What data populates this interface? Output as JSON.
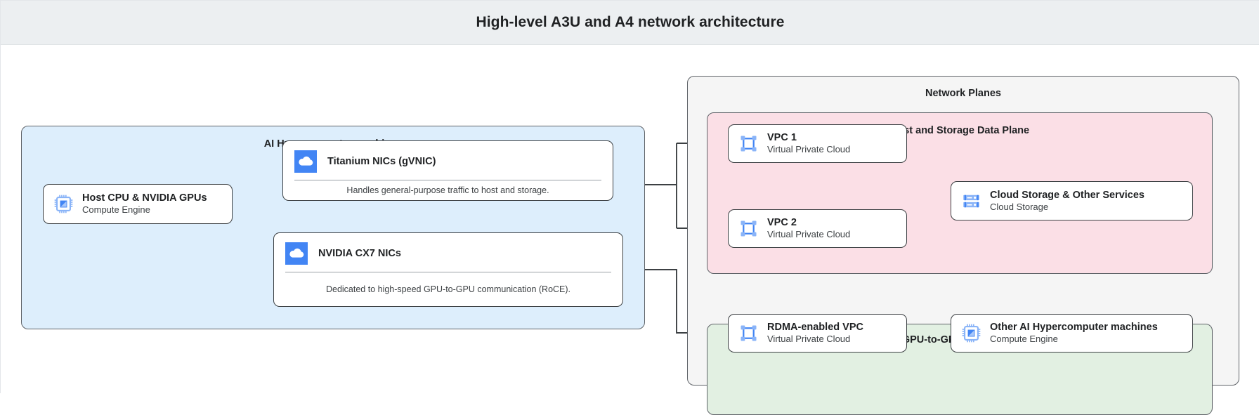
{
  "header": {
    "title": "High-level A3U and A4 network architecture"
  },
  "colors": {
    "header_bg": "#eceff1",
    "ai_group_bg": "#ddeefc",
    "planes_group_bg": "#f5f5f5",
    "host_plane_bg": "#fbdfe6",
    "gpu_plane_bg": "#e2f0e2",
    "icon_blue": "#4285f4",
    "icon_light_blue": "#8ab4f8",
    "stroke": "#3c4043"
  },
  "groups": {
    "ai_machines": {
      "label": "AI Hypercomputer machines"
    },
    "network_planes": {
      "label": "Network Planes"
    },
    "host_storage_plane": {
      "label": "Host and Storage Data Plane"
    },
    "gpu_plane": {
      "label": "GPU-to-GPU Data Plane"
    }
  },
  "nodes": {
    "host_cpu": {
      "title": "Host CPU & NVIDIA GPUs",
      "subtitle": "Compute Engine",
      "icon": "cpu-chip-icon"
    },
    "titanium_nics": {
      "title": "Titanium NICs (gVNIC)",
      "caption": "Handles general-purpose traffic to host and storage.",
      "icon": "cloud-icon"
    },
    "cx7_nics": {
      "title": "NVIDIA CX7 NICs",
      "caption": "Dedicated to high-speed GPU-to-GPU communication (RoCE).",
      "icon": "cloud-icon"
    },
    "vpc1": {
      "title": "VPC 1",
      "subtitle": "Virtual Private Cloud",
      "icon": "vpc-network-icon"
    },
    "vpc2": {
      "title": "VPC 2",
      "subtitle": "Virtual Private Cloud",
      "icon": "vpc-network-icon"
    },
    "cloud_storage": {
      "title": "Cloud Storage & Other Services",
      "subtitle": "Cloud Storage",
      "icon": "storage-server-icon"
    },
    "rdma_vpc": {
      "title": "RDMA-enabled VPC",
      "subtitle": "Virtual Private Cloud",
      "icon": "vpc-network-icon"
    },
    "other_machines": {
      "title": "Other AI Hypercomputer machines",
      "subtitle": "Compute Engine",
      "icon": "cpu-chip-icon"
    }
  },
  "connections": [
    {
      "from": "host_cpu",
      "to": "titanium_nics"
    },
    {
      "from": "host_cpu",
      "to": "cx7_nics"
    },
    {
      "from": "titanium_nics",
      "to": "vpc1"
    },
    {
      "from": "titanium_nics",
      "to": "vpc2"
    },
    {
      "from": "vpc1",
      "to": "cloud_storage"
    },
    {
      "from": "vpc2",
      "to": "cloud_storage"
    },
    {
      "from": "cx7_nics",
      "to": "rdma_vpc"
    },
    {
      "from": "rdma_vpc",
      "to": "other_machines"
    }
  ]
}
